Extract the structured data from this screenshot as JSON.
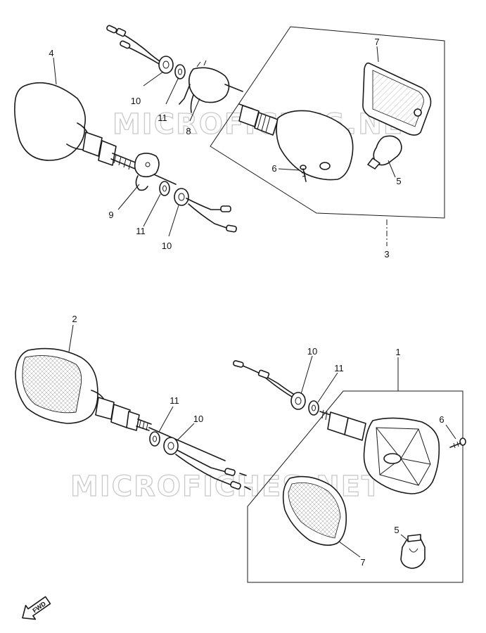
{
  "watermark": "MICROFICHES.NET",
  "fwd_label": "FWD",
  "callouts": {
    "c_top_4": "4",
    "c_top_10a": "10",
    "c_top_11a": "11",
    "c_top_8": "8",
    "c_top_7": "7",
    "c_top_6": "6",
    "c_top_5": "5",
    "c_top_3": "3",
    "c_top_9": "9",
    "c_top_11b": "11",
    "c_top_10b": "10",
    "c_bot_2": "2",
    "c_bot_10a": "10",
    "c_bot_11a": "11",
    "c_bot_1": "1",
    "c_bot_11b": "11",
    "c_bot_10b": "10",
    "c_bot_6": "6",
    "c_bot_5": "5",
    "c_bot_7": "7"
  }
}
